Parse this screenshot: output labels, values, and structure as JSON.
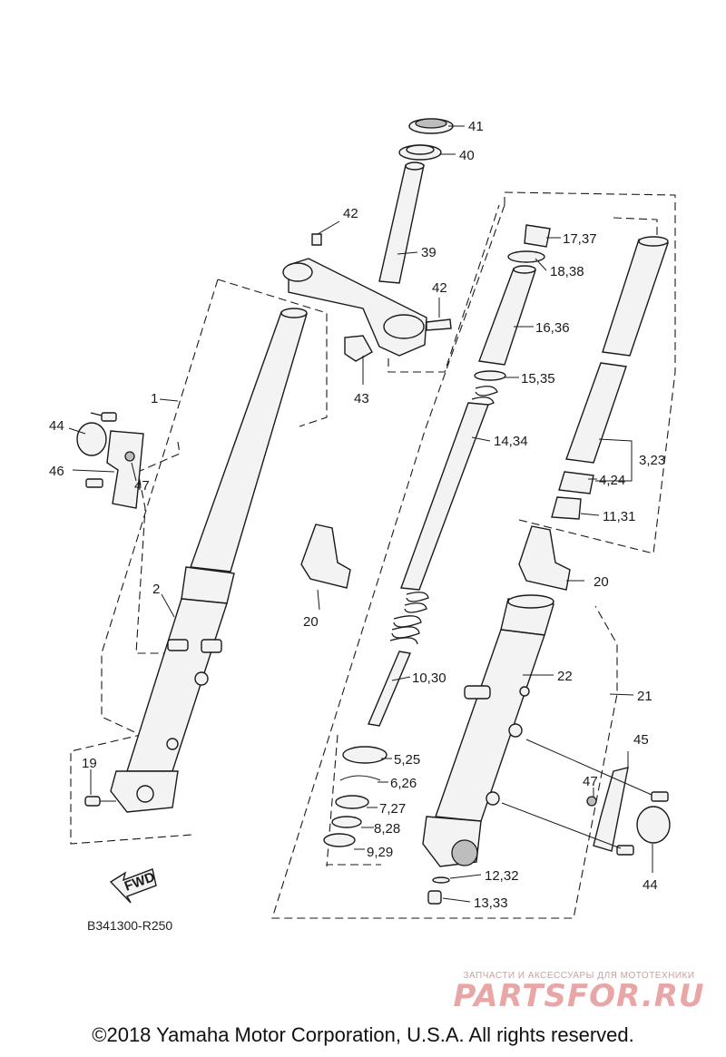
{
  "callouts": {
    "c41": "41",
    "c40": "40",
    "c42a": "42",
    "c39": "39",
    "c42b": "42",
    "c17": "17,37",
    "c18": "18,38",
    "c16": "16,36",
    "c43": "43",
    "c15": "15,35",
    "c1": "1",
    "c44a": "44",
    "c14": "14,34",
    "c46": "46",
    "c47a": "47",
    "c3": "3,23",
    "c4": "4,24",
    "c11": "11,31",
    "c20a": "20",
    "c20b": "20",
    "c2": "2",
    "c10": "10,30",
    "c22": "22",
    "c21": "21",
    "c45": "45",
    "c5": "5,25",
    "c19": "19",
    "c6": "6,26",
    "c47b": "47",
    "c7": "7,27",
    "c8": "8,28",
    "c9": "9,29",
    "c44b": "44",
    "c12": "12,32",
    "c13": "13,33"
  },
  "fwd_label": "FWD",
  "reference_code": "B341300-R250",
  "watermark": {
    "tagline": "ЗАПЧАСТИ И АКСЕССУАРЫ ДЛЯ МОТОТЕХНИКИ",
    "logo": "PARTSFOR.RU"
  },
  "copyright": "©2018 Yamaha Motor Corporation, U.S.A. All rights reserved."
}
